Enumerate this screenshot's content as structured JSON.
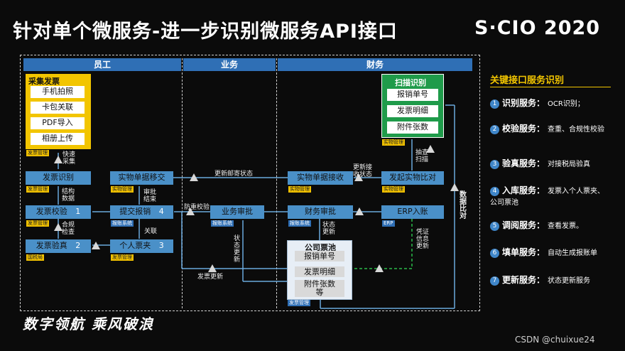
{
  "header": {
    "title": "针对单个微服务-进一步识别微服务API接口",
    "logo": "S·CIO 2020"
  },
  "lanes": {
    "employee": "员工",
    "business": "业务",
    "finance": "财务"
  },
  "collect": {
    "title": "采集发票",
    "items": [
      "手机拍照",
      "卡包关联",
      "PDF导入",
      "相册上传"
    ],
    "tag": "发票管理"
  },
  "ocr": {
    "title": "扫描识别",
    "items": [
      "报销单号",
      "发票明细",
      "附件张数"
    ],
    "tag": "实物管理"
  },
  "nodes": {
    "invoice_recog": {
      "label": "发票识别",
      "tag": "发票管理"
    },
    "invoice_check": {
      "label": "发票校验",
      "num": "1",
      "tag": "发票管理"
    },
    "invoice_verify": {
      "label": "发票验真",
      "num": "2",
      "tag": "国税局"
    },
    "physical_transfer": {
      "label": "实物单据移交",
      "tag": "实物管理"
    },
    "submit_claim": {
      "label": "提交报销",
      "num": "4",
      "tag": "报账系统"
    },
    "personal_folder": {
      "label": "个人票夹",
      "num": "3",
      "tag": "发票管理"
    },
    "business_approval": {
      "label": "业务审批",
      "tag": "报账系统"
    },
    "physical_receive": {
      "label": "实物单据接收",
      "tag": "实物管理"
    },
    "start_compare": {
      "label": "发起实物比对",
      "tag": "实物管理"
    },
    "finance_approval": {
      "label": "财务审批",
      "tag": "报账系统"
    },
    "erp_entry": {
      "label": "ERP入账",
      "tag": "ERP"
    }
  },
  "pool": {
    "title": "公司票池",
    "items": [
      "报销单号",
      "发票明细",
      "附件张数等"
    ],
    "tag": "发票管理"
  },
  "edge_labels": {
    "collect_to_recog": "快速采集",
    "structured_data": "结构数据",
    "compliance_check": "合规检查",
    "link": "关联",
    "approval_end": "审批结束",
    "update_mail": "更新邮寄状态",
    "prevent_recheck": "防重校验",
    "update_receive": "更新接收状态",
    "scan": "抽查扫描",
    "status_update_a": "状态更新",
    "status_update_b": "状态更新",
    "invoice_update": "发票更新",
    "voucher_update": "凭证信息更新",
    "data_compare": "数据比对"
  },
  "side": {
    "title": "关键接口服务识别",
    "services": [
      {
        "n": "1",
        "name": "识别服务：",
        "desc": "OCR识别；"
      },
      {
        "n": "2",
        "name": "校验服务：",
        "desc": "查重、合规性校验"
      },
      {
        "n": "3",
        "name": "验真服务：",
        "desc": "对接税局验真"
      },
      {
        "n": "4",
        "name": "入库服务：",
        "desc": "发票入个人票夹、公司票池"
      },
      {
        "n": "5",
        "name": "调阅服务：",
        "desc": "查看发票。"
      },
      {
        "n": "6",
        "name": "填单服务：",
        "desc": "自动生成报账单"
      },
      {
        "n": "7",
        "name": "更新服务：",
        "desc": "状态更新服务"
      }
    ]
  },
  "footer": {
    "slogan": "数字领航  乘风破浪",
    "watermark": "CSDN @chuixue24"
  },
  "colors": {
    "lane_header": "#2f6fb5",
    "node": "#4a90c8",
    "tag": "#f0c000",
    "ocr": "#1f9b4a",
    "accent": "#f2c500"
  }
}
